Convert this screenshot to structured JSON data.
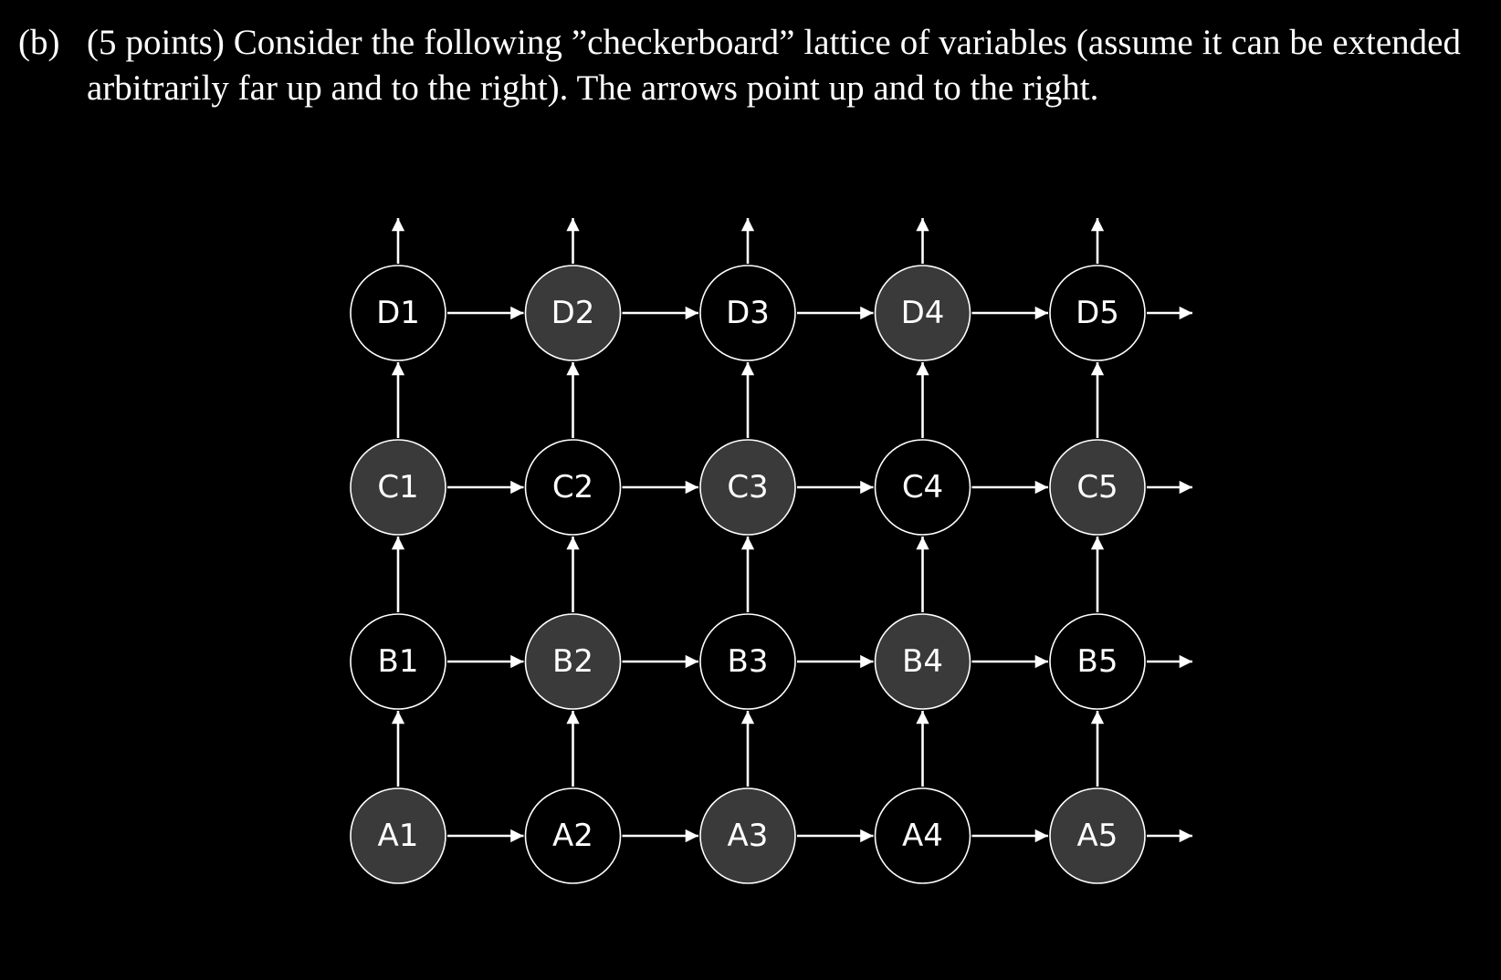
{
  "problem": {
    "label": "(b)",
    "text": "(5 points) Consider the following ”checkerboard” lattice of variables (assume it can be extended arbitrarily far up and to the right). The arrows point up and to the right."
  },
  "diagram": {
    "rows": [
      "D",
      "C",
      "B",
      "A"
    ],
    "columns": [
      "1",
      "2",
      "3",
      "4",
      "5"
    ],
    "nodes": [
      {
        "label": "D1",
        "shaded": false
      },
      {
        "label": "D2",
        "shaded": true
      },
      {
        "label": "D3",
        "shaded": false
      },
      {
        "label": "D4",
        "shaded": true
      },
      {
        "label": "D5",
        "shaded": false
      },
      {
        "label": "C1",
        "shaded": true
      },
      {
        "label": "C2",
        "shaded": false
      },
      {
        "label": "C3",
        "shaded": true
      },
      {
        "label": "C4",
        "shaded": false
      },
      {
        "label": "C5",
        "shaded": true
      },
      {
        "label": "B1",
        "shaded": false
      },
      {
        "label": "B2",
        "shaded": true
      },
      {
        "label": "B3",
        "shaded": false
      },
      {
        "label": "B4",
        "shaded": true
      },
      {
        "label": "B5",
        "shaded": false
      },
      {
        "label": "A1",
        "shaded": true
      },
      {
        "label": "A2",
        "shaded": false
      },
      {
        "label": "A3",
        "shaded": true
      },
      {
        "label": "A4",
        "shaded": false
      },
      {
        "label": "A5",
        "shaded": true
      }
    ],
    "colors": {
      "background": "#000000",
      "shaded_fill": "#3a3a3a",
      "unshaded_fill": "#000000",
      "stroke": "#ffffff",
      "text": "#ffffff"
    },
    "edges": "each node points up to the node above and right to the node on its right; open arrows continue past the top row and the rightmost column"
  }
}
